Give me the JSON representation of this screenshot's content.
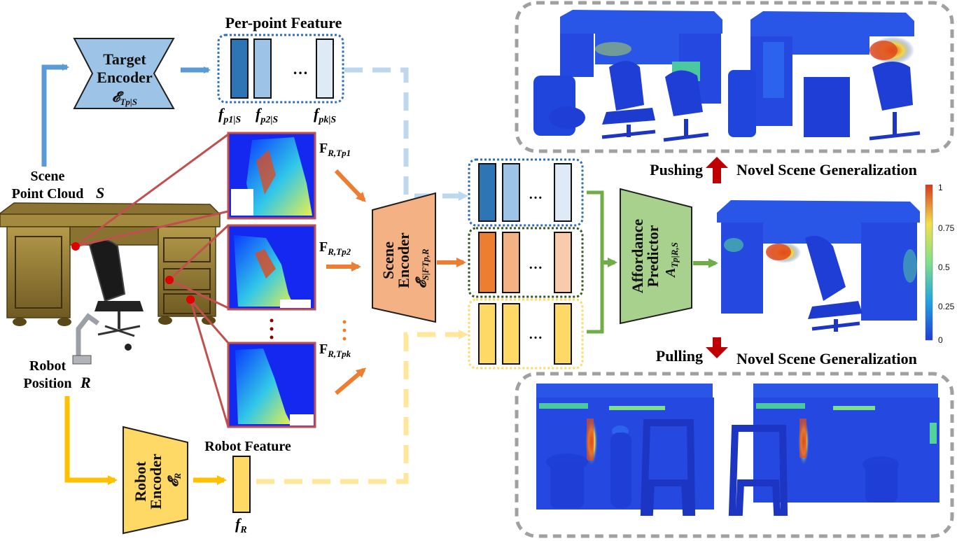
{
  "labels": {
    "per_point_feature": "Per-point Feature",
    "target_encoder_line1": "Target",
    "target_encoder_line2": "Encoder",
    "target_encoder_symbol": "𝓔",
    "target_encoder_sub": "Tp|S",
    "feat_p1": "f",
    "feat_p1_sub": "p1|S",
    "feat_p2": "f",
    "feat_p2_sub": "p2|S",
    "feat_pk": "f",
    "feat_pk_sub": "pk|S",
    "dots": "…",
    "scene_point_cloud_line1": "Scene",
    "scene_point_cloud_line2": "Point Cloud",
    "scene_symbol": "S",
    "robot_position_line1": "Robot",
    "robot_position_line2": "Position",
    "robot_symbol": "R",
    "depth_f1": "F",
    "depth_f1_sub": "R,Tp1",
    "depth_f2": "F",
    "depth_f2_sub": "R,Tp2",
    "depth_fk": "F",
    "depth_fk_sub": "R,Tpk",
    "scene_encoder_line1": "Scene",
    "scene_encoder_line2": "Encoder",
    "scene_encoder_symbol": "𝓔",
    "scene_encoder_sub": "S|FTp,R",
    "robot_encoder_line1": "Robot",
    "robot_encoder_line2": "Encoder",
    "robot_encoder_symbol": "𝓔",
    "robot_encoder_sub": "R",
    "robot_feature": "Robot Feature",
    "robot_feature_symbol": "f",
    "robot_feature_sub": "R",
    "affordance_line1": "Affordance",
    "affordance_line2": "Predictor",
    "affordance_symbol": "A",
    "affordance_sub": "Tp|R,S",
    "pushing": "Pushing",
    "pulling": "Pulling",
    "novel_scene_top": "Novel Scene Generalization",
    "novel_scene_bottom": "Novel Scene Generalization",
    "colorbar_ticks": [
      "1",
      "0.75",
      "0.5",
      "0.25",
      "0"
    ]
  },
  "colors": {
    "blue_arrow": "#5b9bd5",
    "light_blue_dash": "#bdd7ee",
    "orange_arrow": "#ed7d31",
    "yellow_arrow": "#ffc000",
    "light_yellow_dash": "#ffe699",
    "green_arrow": "#70ad47",
    "red_link": "#c0504d",
    "target_encoder_fill": "#9dc3e6",
    "scene_encoder_fill": "#f4b183",
    "robot_encoder_fill": "#ffd966",
    "affordance_fill": "#a9d18e",
    "pushing_arrow": "#c00000",
    "pulling_arrow": "#c00000"
  }
}
